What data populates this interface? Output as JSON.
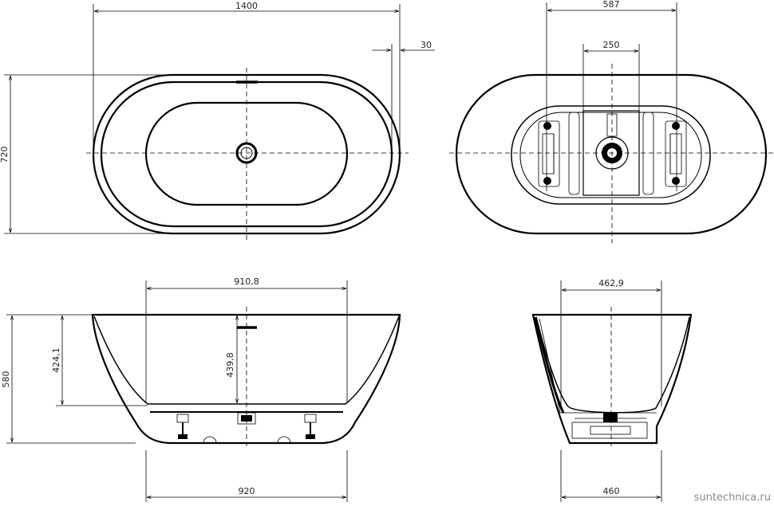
{
  "dimensions": {
    "top_length": "1400",
    "top_width": "720",
    "rim_offset": "30",
    "bottom_outer": "587",
    "bottom_inner": "250",
    "front_inner_width": "910,8",
    "front_bottom_width": "920",
    "front_height_total": "580",
    "front_height_inner": "424,1",
    "front_depth_overflow": "439,8",
    "side_top_width": "462,9",
    "side_bottom_width": "460"
  },
  "watermark": "suntechnica.ru"
}
